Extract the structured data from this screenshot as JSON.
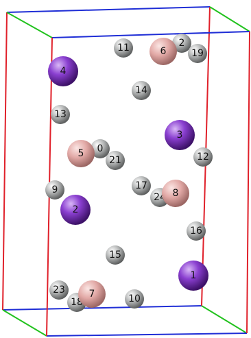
{
  "colors": {
    "background": "#ffffff",
    "cell_axis_a": "#1f2ed6",
    "cell_axis_b": "#22c21e",
    "cell_axis_c": "#e0202a",
    "atom_purple": "#8a3fd0",
    "atom_pink": "#e2a9a6",
    "atom_grey": "#a8aaaa",
    "label": "#111111"
  },
  "atoms": [
    {
      "id": "1",
      "label": "1",
      "element": "purple"
    },
    {
      "id": "2",
      "label": "2",
      "element": "purple"
    },
    {
      "id": "3",
      "label": "3",
      "element": "purple"
    },
    {
      "id": "4",
      "label": "4",
      "element": "purple"
    },
    {
      "id": "5",
      "label": "5",
      "element": "pink"
    },
    {
      "id": "6",
      "label": "6",
      "element": "pink"
    },
    {
      "id": "7",
      "label": "7",
      "element": "pink"
    },
    {
      "id": "8",
      "label": "8",
      "element": "pink"
    },
    {
      "id": "9",
      "label": "9",
      "element": "grey"
    },
    {
      "id": "10",
      "label": "10",
      "element": "grey"
    },
    {
      "id": "11",
      "label": "11",
      "element": "grey"
    },
    {
      "id": "12",
      "label": "12",
      "element": "grey"
    },
    {
      "id": "13",
      "label": "13",
      "element": "grey"
    },
    {
      "id": "14",
      "label": "14",
      "element": "grey"
    },
    {
      "id": "15",
      "label": "15",
      "element": "grey"
    },
    {
      "id": "16",
      "label": "16",
      "element": "grey"
    },
    {
      "id": "17",
      "label": "17",
      "element": "grey"
    },
    {
      "id": "18",
      "label": "18",
      "element": "grey"
    },
    {
      "id": "19",
      "label": "19",
      "element": "grey"
    },
    {
      "id": "20",
      "label": "0",
      "element": "grey"
    },
    {
      "id": "21",
      "label": "21",
      "element": "grey"
    },
    {
      "id": "22",
      "label": "2",
      "element": "grey"
    },
    {
      "id": "23",
      "label": "23",
      "element": "grey"
    },
    {
      "id": "24",
      "label": "24",
      "element": "grey"
    }
  ]
}
